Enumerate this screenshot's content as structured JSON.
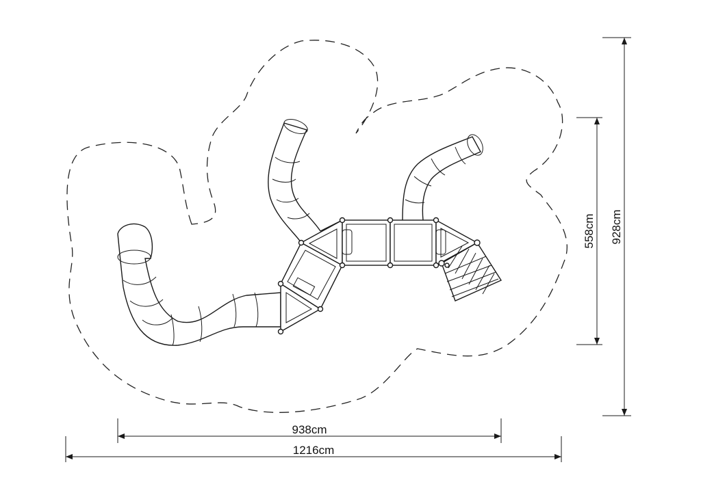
{
  "dimensions": {
    "width_outer": "1216cm",
    "width_inner": "938cm",
    "height_outer": "928cm",
    "height_inner": "558cm"
  },
  "colors": {
    "line": "#1a1a1a",
    "background": "#ffffff"
  }
}
